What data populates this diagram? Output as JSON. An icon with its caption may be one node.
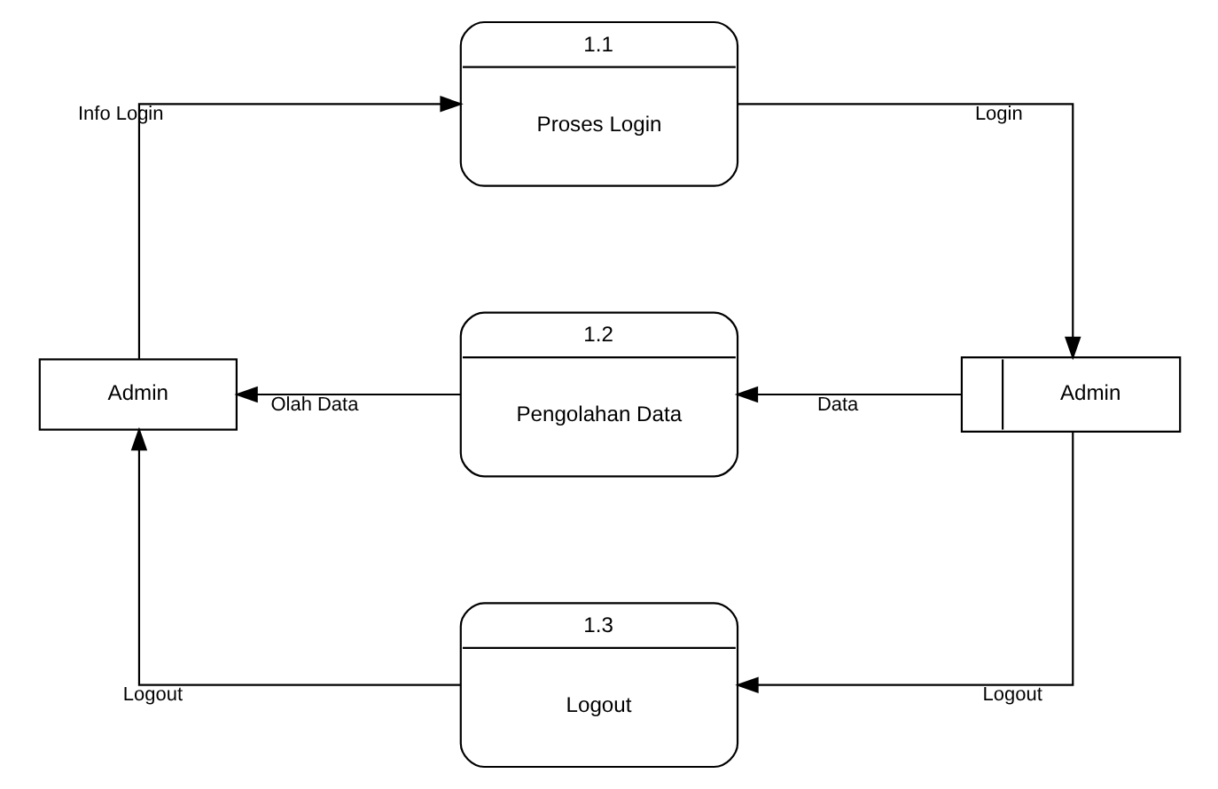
{
  "diagram": {
    "nodes": [
      {
        "text": [
          "Admin"
        ]
      },
      {
        "text": [
          "1.1",
          "Proses Login"
        ]
      },
      {
        "text": [
          "1.2",
          "Pengolahan Data"
        ]
      },
      {
        "text": [
          "1.3",
          "Logout"
        ]
      },
      {
        "text": [
          "Admin"
        ]
      }
    ],
    "edges": [
      {
        "from": 0,
        "to": 1,
        "arrow": "to",
        "label": "Info Login"
      },
      {
        "from": 1,
        "to": 4,
        "arrow": "to",
        "label": "Login"
      },
      {
        "from": 4,
        "to": 2,
        "arrow": "to",
        "label": "Data"
      },
      {
        "from": 2,
        "to": 0,
        "arrow": "to",
        "label": "Olah Data"
      },
      {
        "from": 4,
        "to": 3,
        "arrow": "to",
        "label": "Logout"
      },
      {
        "from": 3,
        "to": 0,
        "arrow": "to",
        "label": "Logout"
      }
    ]
  }
}
